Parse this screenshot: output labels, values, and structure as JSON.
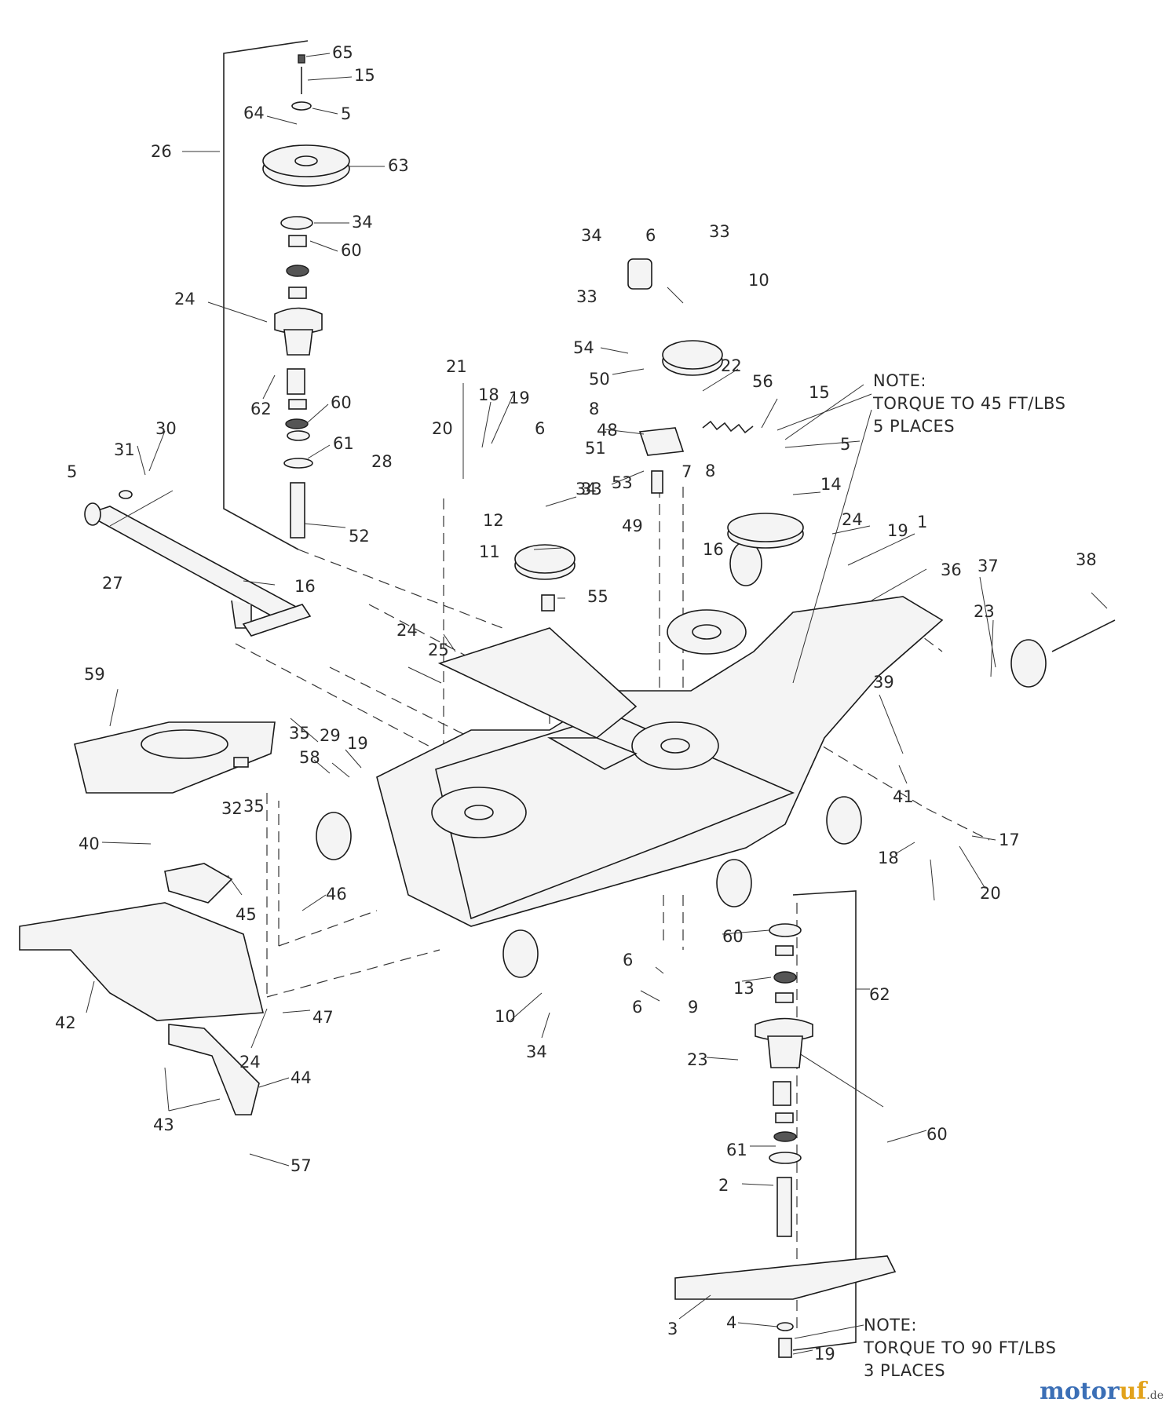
{
  "callouts": [
    "65",
    "15",
    "5",
    "64",
    "26",
    "63",
    "34",
    "60",
    "24",
    "62",
    "60",
    "61",
    "28",
    "52",
    "30",
    "31",
    "5",
    "27",
    "16",
    "21",
    "18",
    "19",
    "20",
    "6",
    "34",
    "33",
    "12",
    "11",
    "55",
    "34",
    "6",
    "33",
    "10",
    "33",
    "54",
    "50",
    "8",
    "48",
    "51",
    "53",
    "22",
    "56",
    "49",
    "7",
    "8",
    "16",
    "15",
    "5",
    "14",
    "24",
    "19",
    "1",
    "36",
    "37",
    "38",
    "23",
    "24",
    "25",
    "59",
    "35",
    "19",
    "29",
    "58",
    "32",
    "35",
    "39",
    "41",
    "40",
    "46",
    "45",
    "42",
    "24",
    "47",
    "44",
    "43",
    "57",
    "6",
    "6",
    "9",
    "10",
    "34",
    "60",
    "13",
    "62",
    "23",
    "60",
    "61",
    "2",
    "3",
    "4",
    "19",
    "18",
    "17",
    "20"
  ],
  "notes": {
    "top": [
      "NOTE:",
      "TORQUE TO 45 FT/LBS",
      "5 PLACES"
    ],
    "bottom": [
      "NOTE:",
      "TORQUE TO 90 FT/LBS",
      "3 PLACES"
    ]
  },
  "watermark": {
    "brand_blue": "motor",
    "brand_orange": "uf",
    "suffix": ".de",
    "colors": {
      "blue": "#3b6fb6",
      "orange": "#e2a21b"
    }
  }
}
